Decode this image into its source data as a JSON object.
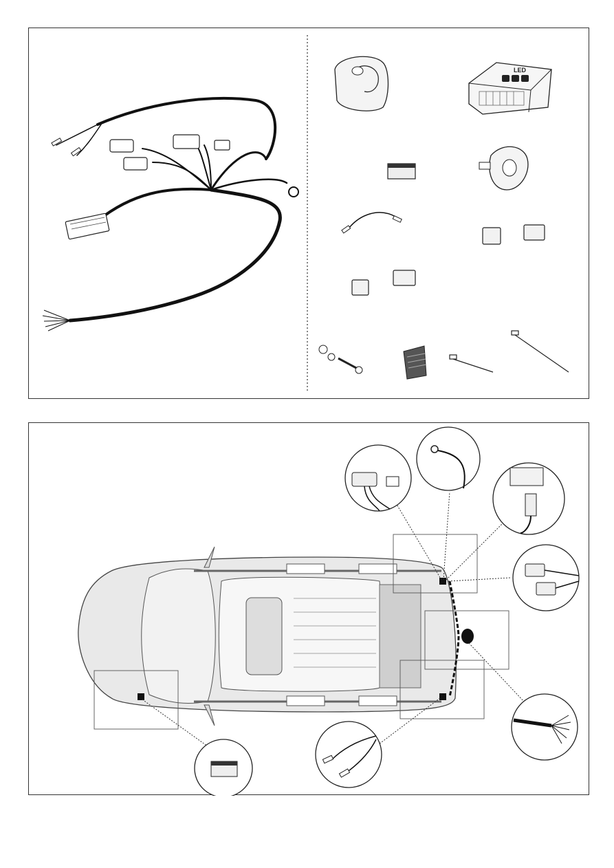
{
  "kit_panel": {
    "module_badge": "LED",
    "module_badge_icons": [
      "led-icon-1",
      "led-icon-2",
      "led-icon-3"
    ]
  },
  "vehicle_panel": {
    "callouts": [
      "harness-connector-detail",
      "ground-ring-detail",
      "led-module-detail",
      "tail-light-connector-detail",
      "socket-wires-detail",
      "relay-detail",
      "pin-connectors-detail"
    ]
  },
  "colors": {
    "line": "#222222",
    "car_fill": "#e9e9e9",
    "car_shade": "#cfcfcf",
    "wire": "#111111"
  }
}
